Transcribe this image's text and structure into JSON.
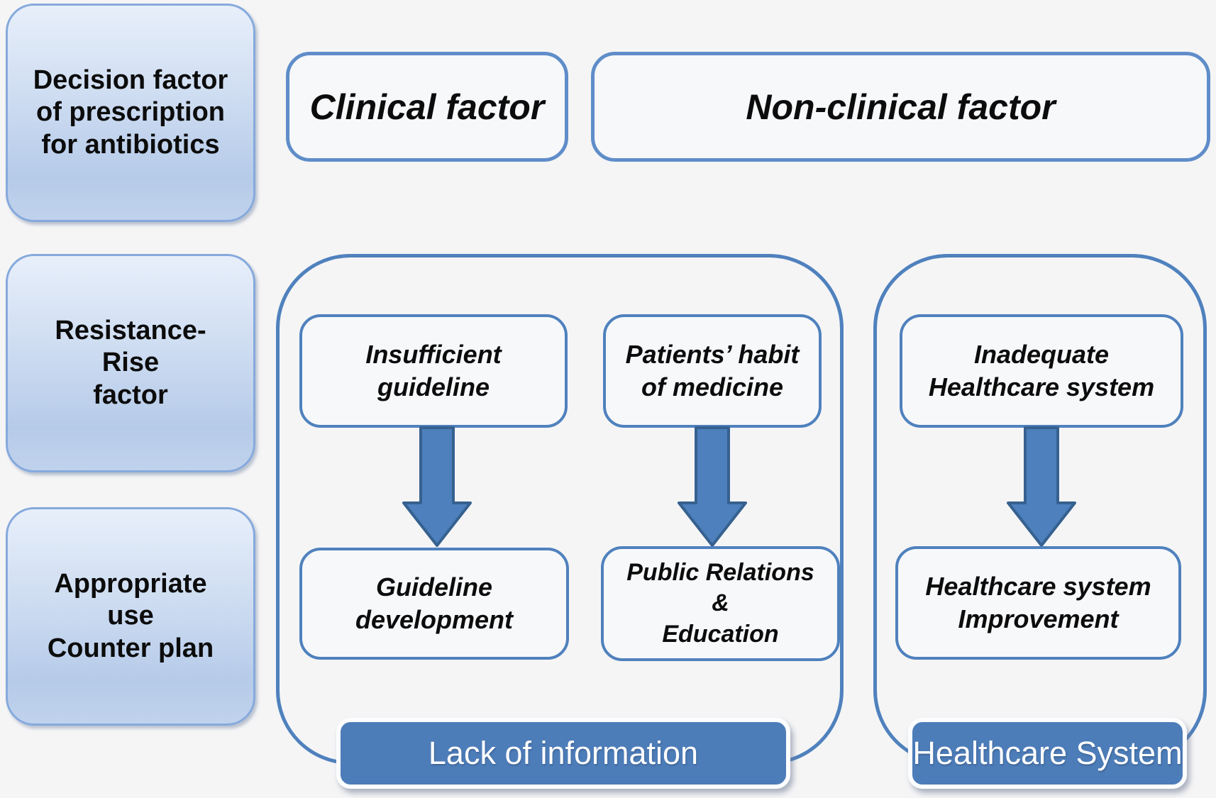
{
  "colors": {
    "accent_blue": "#4f81bd",
    "arrow_fill": "#4d80bd",
    "arrow_stroke": "#36618f",
    "side_box_gradient_top": "#e7effa",
    "side_box_gradient_bottom": "#b6cbe9",
    "footer_fill": "#4d7db9",
    "background": "#f5f5f6"
  },
  "row_headers": [
    {
      "id": "decision-factor",
      "label": "Decision factor\nof prescription\nfor antibiotics"
    },
    {
      "id": "resistance-rise",
      "label": "Resistance-\nRise\nfactor"
    },
    {
      "id": "counter-plan",
      "label": "Appropriate\nuse\nCounter plan"
    }
  ],
  "column_headers": [
    {
      "id": "clinical",
      "label": "Clinical factor"
    },
    {
      "id": "non-clinical",
      "label": "Non-clinical factor"
    }
  ],
  "groups": [
    {
      "id": "lack-of-information",
      "footer_label": "Lack of information",
      "flows": [
        {
          "cause": "Insufficient\nguideline",
          "solution": "Guideline\ndevelopment"
        },
        {
          "cause": "Patients’ habit\nof medicine",
          "solution": "Public Relations\n&\nEducation"
        }
      ]
    },
    {
      "id": "healthcare-system",
      "footer_label": "Healthcare System",
      "flows": [
        {
          "cause": "Inadequate\nHealthcare system",
          "solution": "Healthcare system\nImprovement"
        }
      ]
    }
  ]
}
